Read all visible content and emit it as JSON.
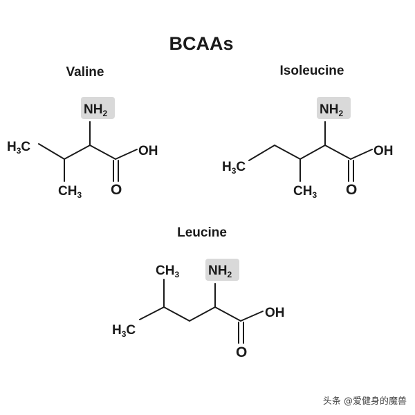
{
  "title": "BCAAs",
  "molecules": {
    "valine": {
      "name": "Valine",
      "amine": {
        "main": "NH",
        "sub": "2"
      },
      "methyl_left": {
        "main": "H",
        "sub": "3",
        "tail": "C"
      },
      "methyl_bottom": {
        "main": "CH",
        "sub": "3"
      },
      "hydroxyl": "OH",
      "carbonyl": "O"
    },
    "isoleucine": {
      "name": "Isoleucine",
      "amine": {
        "main": "NH",
        "sub": "2"
      },
      "methyl_left": {
        "main": "H",
        "sub": "3",
        "tail": "C"
      },
      "methyl_bottom": {
        "main": "CH",
        "sub": "3"
      },
      "hydroxyl": "OH",
      "carbonyl": "O"
    },
    "leucine": {
      "name": "Leucine",
      "amine": {
        "main": "NH",
        "sub": "2"
      },
      "methyl_top": {
        "main": "CH",
        "sub": "3"
      },
      "methyl_left": {
        "main": "H",
        "sub": "3",
        "tail": "C"
      },
      "hydroxyl": "OH",
      "carbonyl": "O"
    }
  },
  "watermark": "头条 @爱健身的魔兽",
  "colors": {
    "highlight": "#d9d9d9",
    "ink": "#1a1a1a"
  }
}
